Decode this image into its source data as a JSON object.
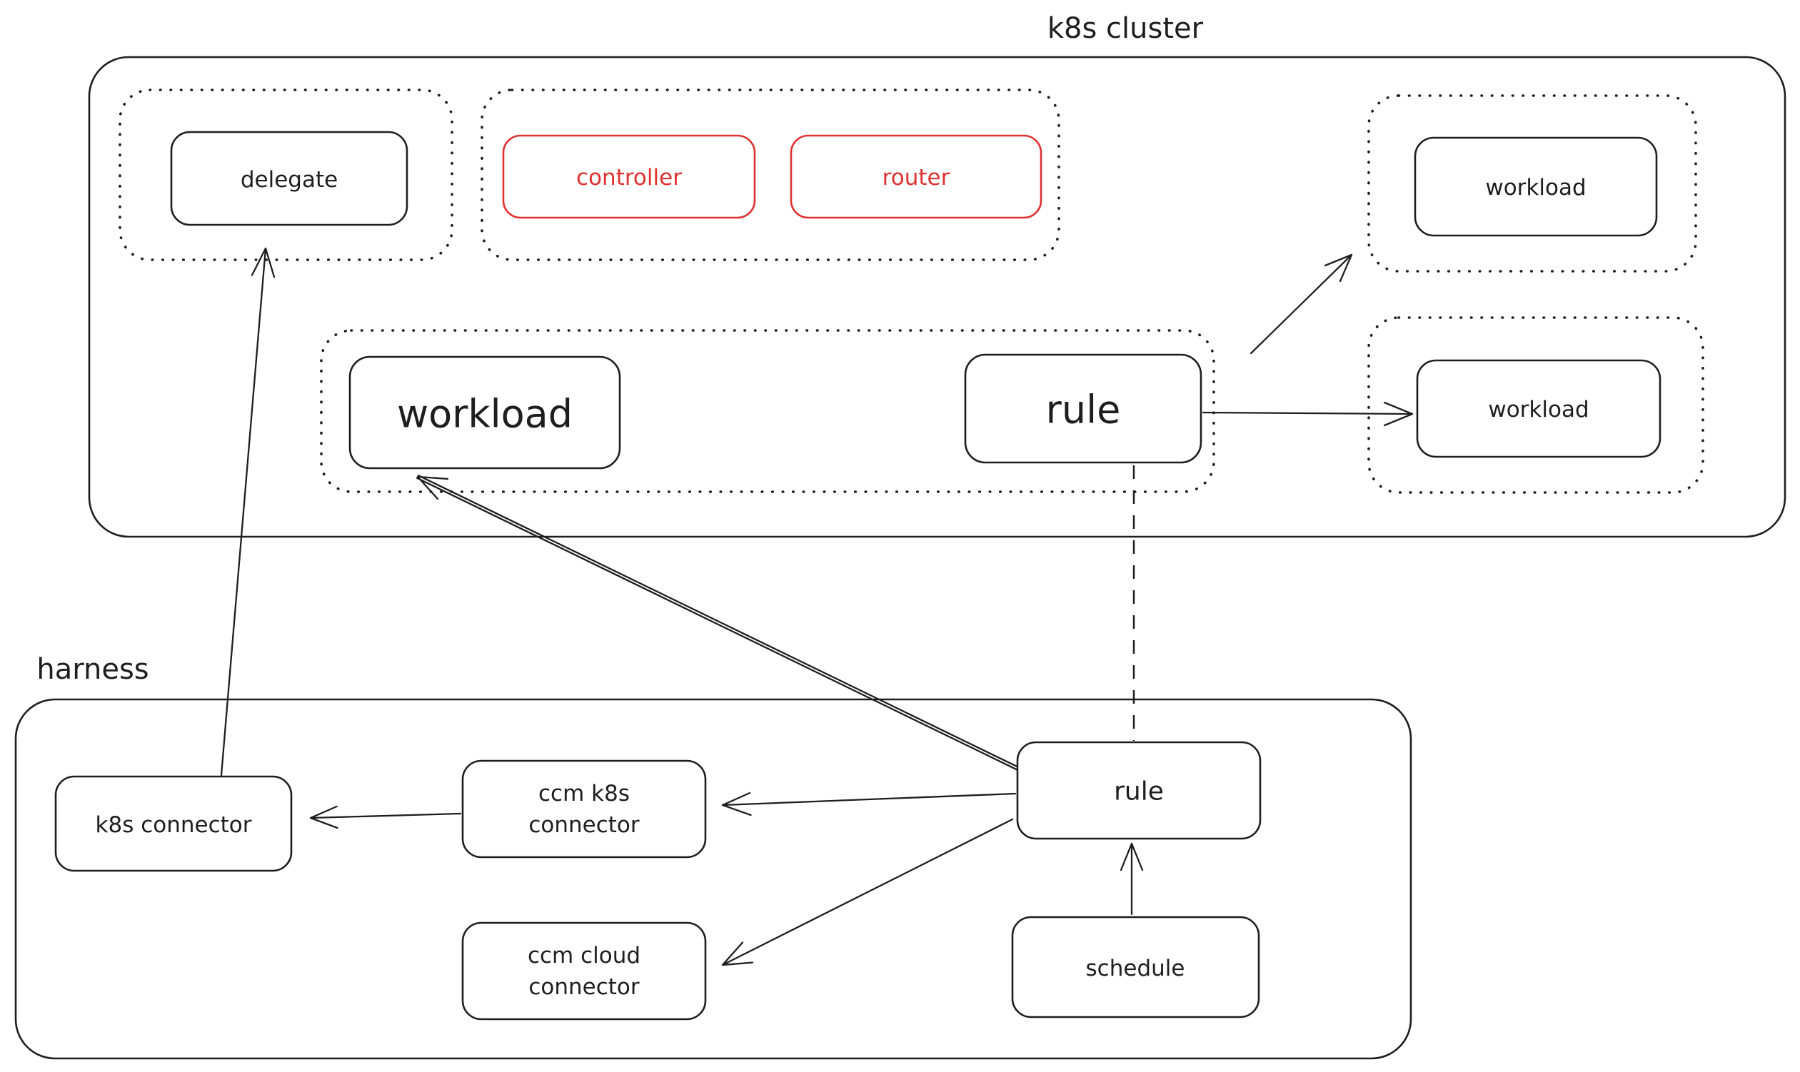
{
  "diagram": {
    "style": {
      "ink_color": "#1e1e1e",
      "accent_red": "#e03131",
      "background": "#ffffff"
    },
    "clusters": {
      "k8s": {
        "label": "k8s cluster"
      },
      "harness": {
        "label": "harness"
      }
    },
    "nodes": {
      "delegate": {
        "label": "delegate"
      },
      "controller": {
        "label": "controller",
        "color": "#e03131"
      },
      "router": {
        "label": "router",
        "color": "#e03131"
      },
      "workload_top_right": {
        "label": "workload"
      },
      "workload_main": {
        "label": "workload"
      },
      "rule_k8s": {
        "label": "rule"
      },
      "workload_right": {
        "label": "workload"
      },
      "k8s_connector": {
        "label": "k8s connector"
      },
      "ccm_k8s_connector": {
        "line1": "ccm k8s",
        "line2": "connector"
      },
      "ccm_cloud_connector": {
        "line1": "ccm cloud",
        "line2": "connector"
      },
      "rule_harness": {
        "label": "rule"
      },
      "schedule": {
        "label": "schedule"
      }
    },
    "edges": [
      {
        "from": "k8s connector",
        "to": "delegate",
        "style": "solid-arrow"
      },
      {
        "from": "rule (harness)",
        "to": "workload (k8s)",
        "style": "solid-double-arrow"
      },
      {
        "from": "rule (harness)",
        "to": "rule (k8s)",
        "style": "dashed-line"
      },
      {
        "from": "rule (k8s)",
        "to": "workload (top right)",
        "style": "solid-arrow"
      },
      {
        "from": "rule (k8s)",
        "to": "workload (right)",
        "style": "solid-arrow"
      },
      {
        "from": "rule (harness)",
        "to": "ccm k8s connector",
        "style": "solid-arrow"
      },
      {
        "from": "ccm k8s connector",
        "to": "k8s connector",
        "style": "solid-arrow"
      },
      {
        "from": "rule (harness)",
        "to": "ccm cloud connector",
        "style": "solid-arrow"
      },
      {
        "from": "schedule",
        "to": "rule (harness)",
        "style": "solid-arrow"
      }
    ]
  }
}
